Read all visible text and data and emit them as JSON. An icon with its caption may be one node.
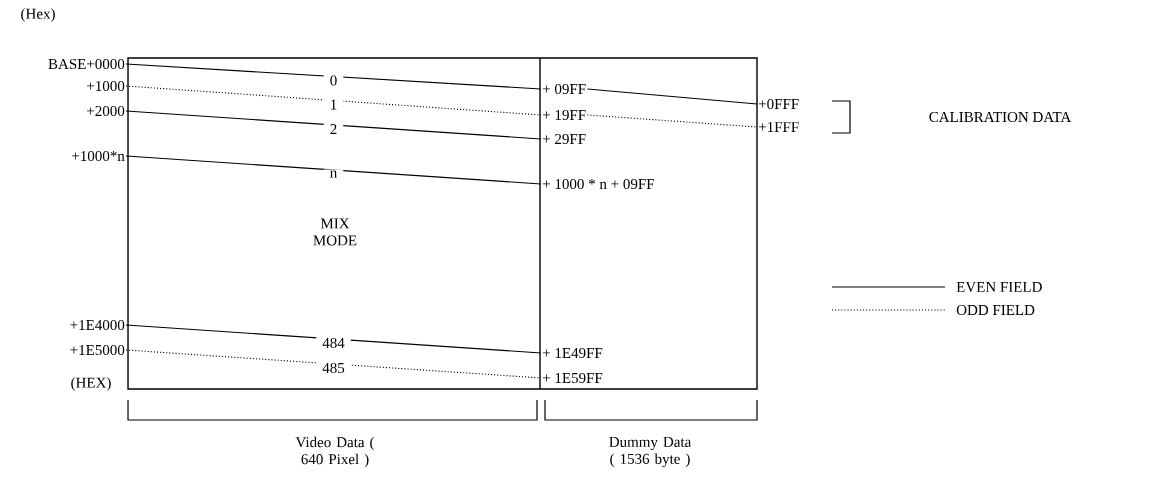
{
  "diagram": {
    "nodes": [
      {
        "text": [
          "BASE+0000"
        ]
      },
      {
        "text": [
          "+1000"
        ]
      },
      {
        "text": [
          "+2000"
        ]
      },
      {
        "text": [
          "+1000*n"
        ]
      },
      {
        "text": [
          "+1E4000"
        ]
      },
      {
        "text": [
          "+1E5000"
        ]
      },
      {
        "text": [
          "+ 09FF"
        ]
      },
      {
        "text": [
          "+ 19FF"
        ]
      },
      {
        "text": [
          "+ 29FF"
        ]
      },
      {
        "text": [
          "+ 1000 * n + 09FF"
        ]
      },
      {
        "text": [
          "+ 1E49FF"
        ]
      },
      {
        "text": [
          "+ 1E59FF"
        ]
      },
      {
        "text": [
          "+0FFF"
        ]
      },
      {
        "text": [
          "+1FFF"
        ]
      }
    ],
    "edges": [
      {
        "from": 0,
        "to": 6,
        "arrow": "none",
        "label": "0"
      },
      {
        "from": 1,
        "to": 7,
        "arrow": "none",
        "label": "1",
        "style": "dashed"
      },
      {
        "from": 2,
        "to": 8,
        "arrow": "none",
        "label": "2"
      },
      {
        "from": 3,
        "to": 9,
        "arrow": "none",
        "label": "n"
      },
      {
        "from": 4,
        "to": 10,
        "arrow": "none",
        "label": "484"
      },
      {
        "from": 5,
        "to": 11,
        "arrow": "none",
        "label": "485",
        "style": "dashed"
      },
      {
        "from": 6,
        "to": 12,
        "arrow": "none"
      },
      {
        "from": 7,
        "to": 13,
        "arrow": "none",
        "style": "dashed"
      }
    ],
    "labels": [
      "(Hex)",
      "MIX MODE",
      "(HEX)",
      "CALIBRATION DATA",
      "Video Data ( 640 Pixel )",
      "Dummy Data ( 1536 byte )"
    ],
    "legend": [
      {
        "text": "EVEN FIELD"
      },
      {
        "text": "ODD FIELD"
      }
    ]
  }
}
